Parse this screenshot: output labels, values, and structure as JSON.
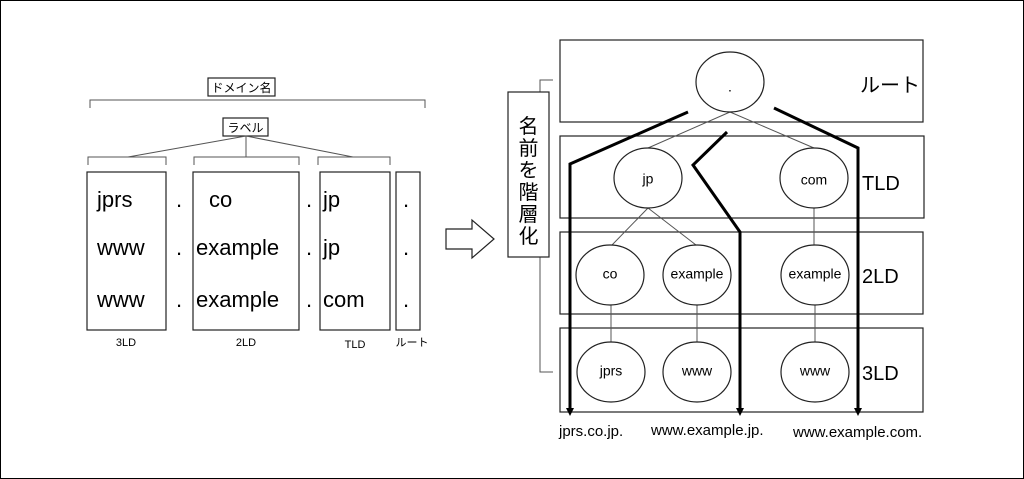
{
  "left": {
    "domain_name_label": "ドメイン名",
    "label_label": "ラベル",
    "columns": [
      {
        "name": "3LD",
        "values": [
          "jprs",
          "www",
          "www"
        ]
      },
      {
        "name": "2LD",
        "values": [
          "co",
          "example",
          "example"
        ]
      },
      {
        "name": "TLD",
        "values": [
          "jp",
          "jp",
          "com"
        ]
      },
      {
        "name": "ルート",
        "values": [
          ".",
          ".",
          "."
        ]
      }
    ],
    "separator": "."
  },
  "middle": {
    "hierarchy_label": [
      "名",
      "前",
      "を",
      "階",
      "層",
      "化"
    ]
  },
  "right": {
    "levels": [
      "ルート",
      "TLD",
      "2LD",
      "3LD"
    ],
    "nodes": {
      "root": ".",
      "jp": "jp",
      "com": "com",
      "co": "co",
      "example_jp": "example",
      "example_com": "example",
      "jprs": "jprs",
      "www_jp": "www",
      "www_com": "www"
    },
    "results": [
      "jprs.co.jp.",
      "www.example.jp.",
      "www.example.com."
    ]
  }
}
